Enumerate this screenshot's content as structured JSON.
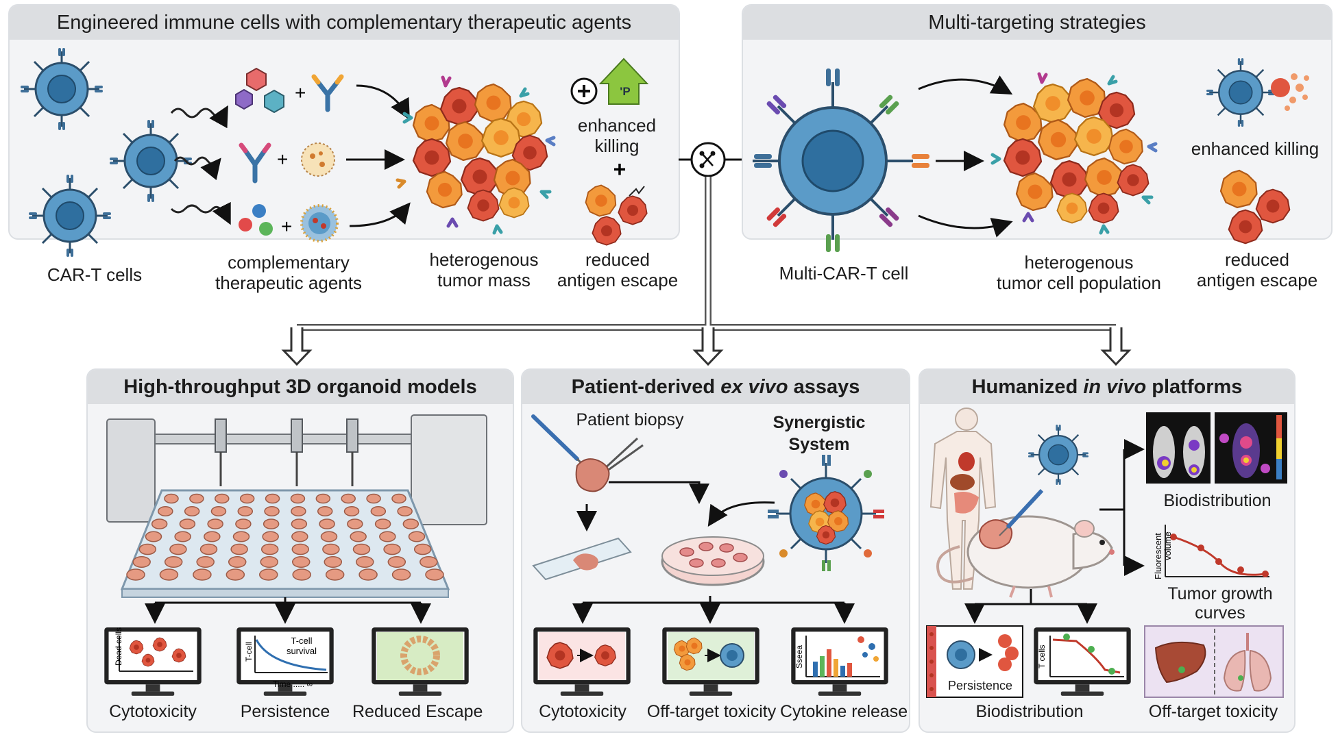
{
  "top_left": {
    "title": "Engineered immune cells with complementary therapeutic agents",
    "car_t_label": "CAR-T cells",
    "agents_label_1": "complementary",
    "agents_label_2": "therapeutic agents",
    "tumor_label_1": "heterogenous",
    "tumor_label_2": "tumor mass",
    "killing_label_1": "enhanced",
    "killing_label_2": "killing",
    "arrow_badge": "'P",
    "plus_sign": "+",
    "escape_label_1": "reduced",
    "escape_label_2": "antigen escape"
  },
  "top_right": {
    "title": "Multi-targeting strategies",
    "cell_label": "Multi-CAR-T cell",
    "tumor_label_1": "heterogenous",
    "tumor_label_2": "tumor cell population",
    "killing_label": "enhanced killing",
    "escape_label_1": "reduced",
    "escape_label_2": "antigen escape"
  },
  "bottom_left": {
    "title": "High-throughput 3D organoid models",
    "screen_1_axis": "Dead cells",
    "screen_2_ylabel": "T-cell",
    "screen_2_title_1": "T-cell",
    "screen_2_title_2": "survival",
    "screen_2_xlabel": "Time ..... ∞",
    "labels": [
      "Cytotoxicity",
      "Persistence",
      "Reduced Escape"
    ]
  },
  "bottom_mid": {
    "title_prefix": "Patient-derived ",
    "title_italic": "ex vivo",
    "title_suffix": " assays",
    "biopsy_label": "Patient biopsy",
    "system_label_1": "Synergistic",
    "system_label_2": "System",
    "screen_3_axis": "Sseea",
    "labels": [
      "Cytotoxicity",
      "Off-target toxicity",
      "Cytokine release"
    ]
  },
  "bottom_right": {
    "title_prefix": "Humanized ",
    "title_italic": "in vivo",
    "title_suffix": " platforms",
    "biodist_label": "Biodistribution",
    "growth_ylabel_1": "Fluorescent",
    "growth_ylabel_2": "volume",
    "growth_label_1": "Tumor growth",
    "growth_label_2": "curves",
    "persistence_label": "Persistence",
    "tcell_axis": "T cells",
    "labels": [
      "Biodistribution",
      "Off-target toxicity"
    ]
  },
  "colors": {
    "tcell": "#5b9bc8",
    "tcell_nucleus": "#2f6f9f",
    "tumor_orange": "#f39a3c",
    "tumor_red": "#d9503b",
    "panel_bg": "#f3f4f6",
    "header_bg": "#dcdee1",
    "arrow_green": "#8cc63f"
  }
}
